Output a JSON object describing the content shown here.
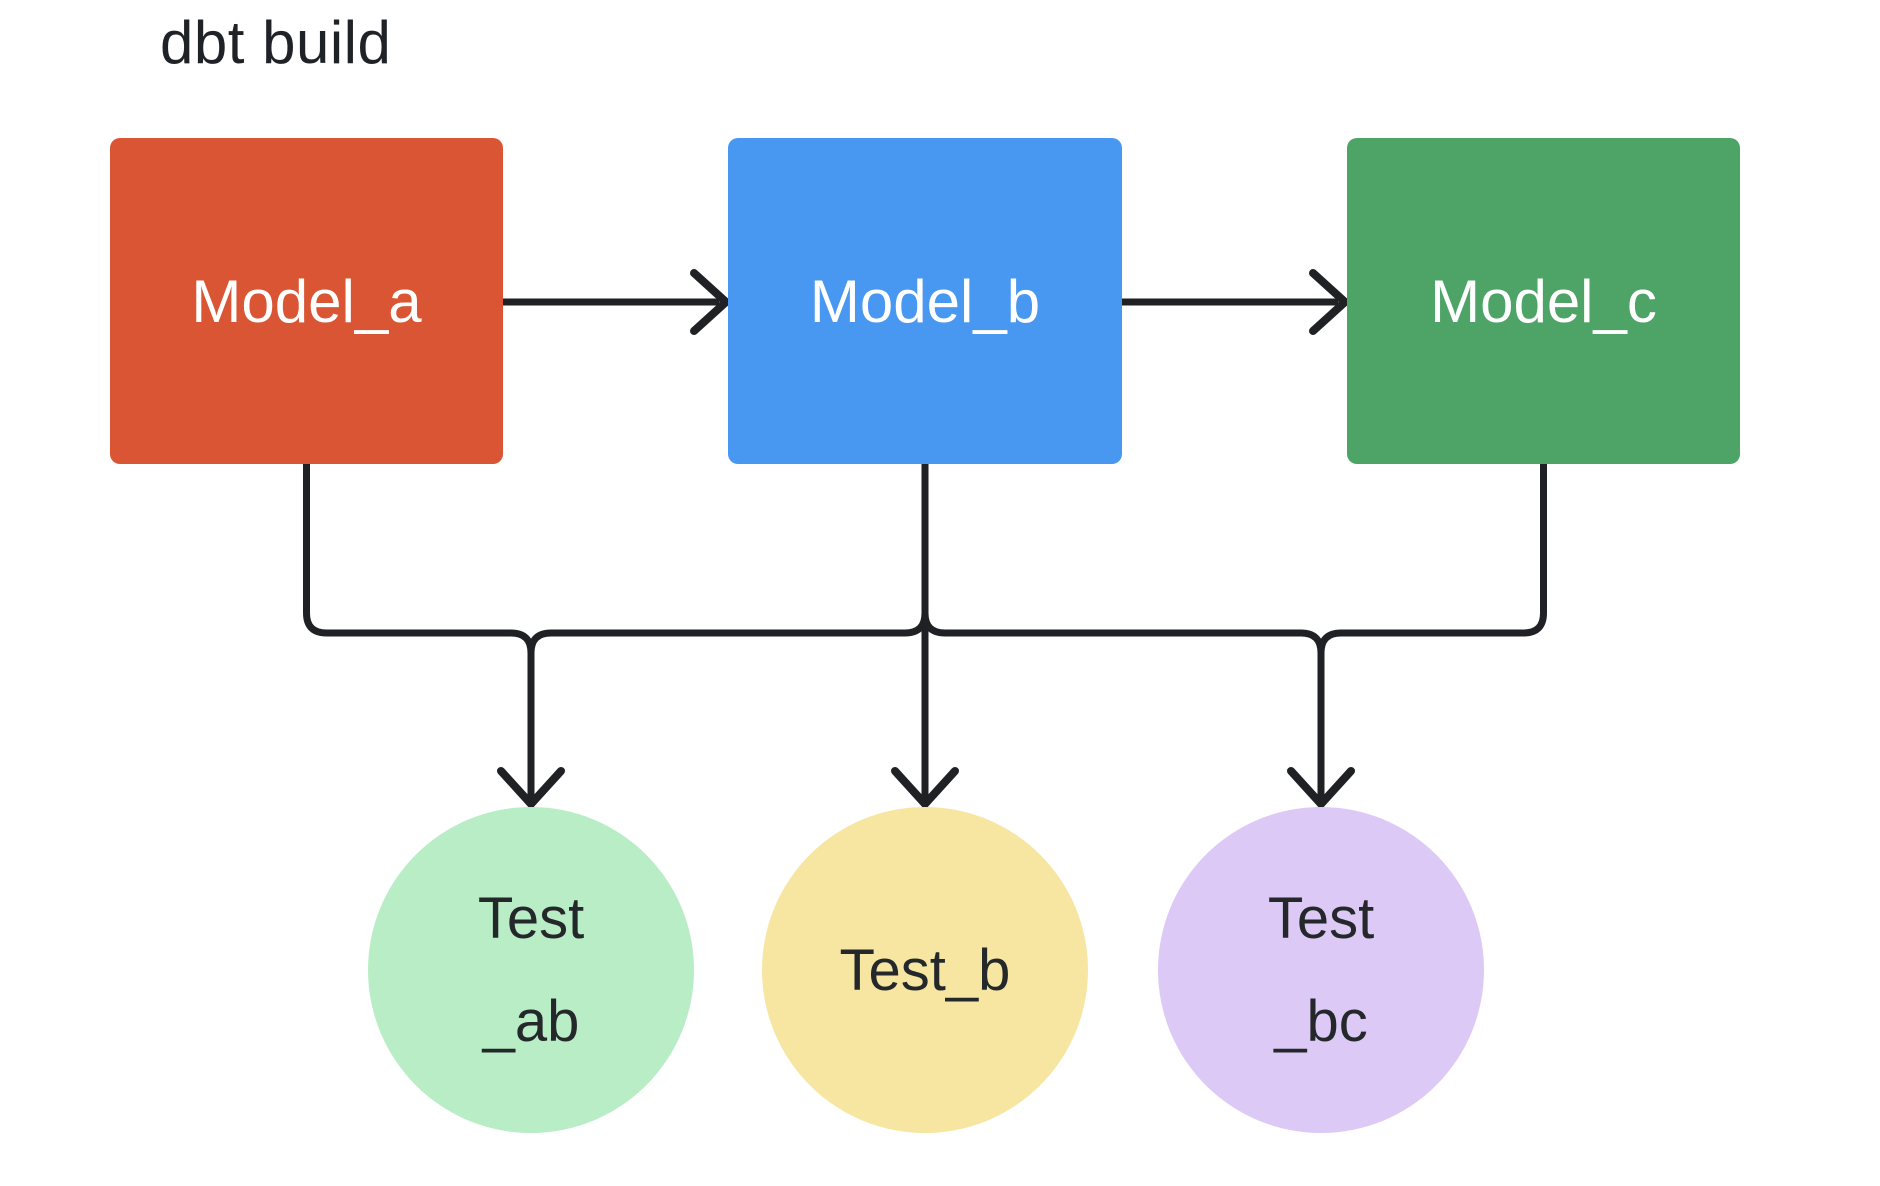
{
  "title": "dbt build",
  "colors": {
    "background": "#FFFFFF",
    "edge": "#1F2125",
    "title_text": "#1F2226",
    "model_label_text": "#FFFFFF",
    "test_label_text": "#24282B",
    "model_a_fill": "#DA5533",
    "model_b_fill": "#4897F0",
    "model_c_fill": "#4EA466",
    "test_ab_fill": "#B9EDC6",
    "test_b_fill": "#F7E6A1",
    "test_bc_fill": "#DDC9F5"
  },
  "nodes": {
    "model_a": {
      "label": "Model_a",
      "shape": "rectangle"
    },
    "model_b": {
      "label": "Model_b",
      "shape": "rectangle"
    },
    "model_c": {
      "label": "Model_c",
      "shape": "rectangle"
    },
    "test_ab": {
      "label_line1": "Test",
      "label_line2": "_ab",
      "shape": "circle"
    },
    "test_b": {
      "label": "Test_b",
      "shape": "circle"
    },
    "test_bc": {
      "label_line1": "Test",
      "label_line2": "_bc",
      "shape": "circle"
    }
  },
  "edges": [
    {
      "from": "Model_a",
      "to": "Model_b",
      "arrow": true
    },
    {
      "from": "Model_b",
      "to": "Model_c",
      "arrow": true
    },
    {
      "from": "Model_a",
      "to": "Test_ab",
      "arrow": true
    },
    {
      "from": "Model_b",
      "to": "Test_ab",
      "arrow": true
    },
    {
      "from": "Model_b",
      "to": "Test_b",
      "arrow": true
    },
    {
      "from": "Model_b",
      "to": "Test_bc",
      "arrow": true
    },
    {
      "from": "Model_c",
      "to": "Test_bc",
      "arrow": true
    }
  ]
}
